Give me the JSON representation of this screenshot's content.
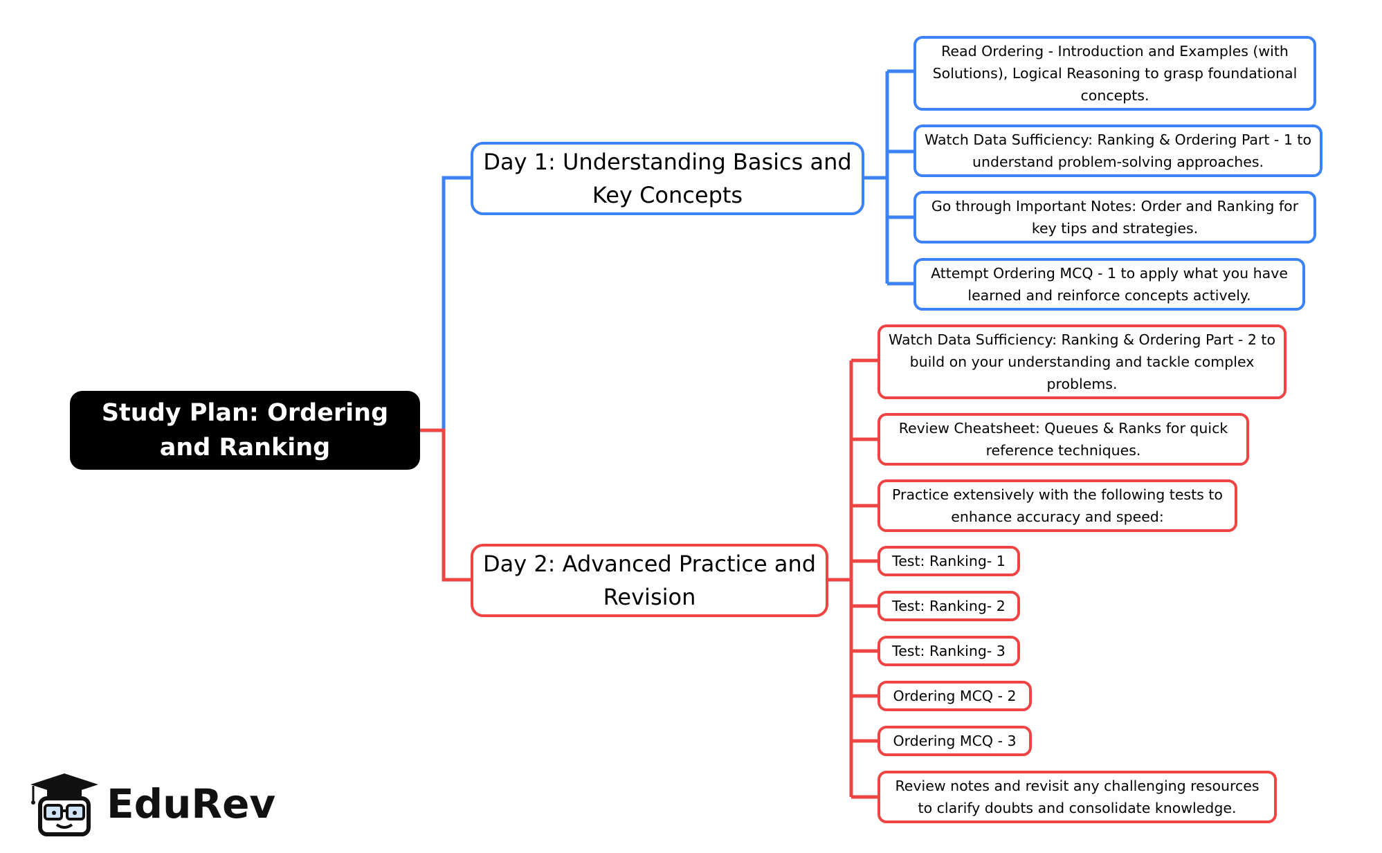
{
  "root": {
    "label": "Study Plan: Ordering and Ranking"
  },
  "colors": {
    "day1": "#3B82F6",
    "day2": "#EF4444",
    "root_bg": "#000000"
  },
  "day1": {
    "label": "Day 1: Understanding Basics and Key Concepts",
    "items": [
      "Read Ordering - Introduction and Examples (with Solutions), Logical Reasoning to grasp foundational concepts.",
      "Watch Data Sufficiency: Ranking & Ordering Part - 1 to understand problem-solving approaches.",
      "Go through Important Notes: Order and Ranking for key tips and strategies.",
      "Attempt Ordering MCQ - 1 to apply what you have learned and reinforce concepts actively."
    ]
  },
  "day2": {
    "label": "Day 2: Advanced Practice and Revision",
    "items": [
      "Watch Data Sufficiency: Ranking & Ordering Part - 2 to build on your understanding and tackle complex problems.",
      "Review Cheatsheet: Queues & Ranks for quick reference techniques.",
      "Practice extensively with the following tests to enhance accuracy and speed:",
      "Test: Ranking- 1",
      "Test: Ranking- 2",
      "Test: Ranking- 3",
      "Ordering MCQ - 2",
      "Ordering MCQ - 3",
      "Review notes and revisit any challenging resources to clarify doubts and consolidate knowledge."
    ]
  },
  "logo": {
    "text": "EduRev",
    "icon": "graduation-cap-mascot-icon"
  }
}
